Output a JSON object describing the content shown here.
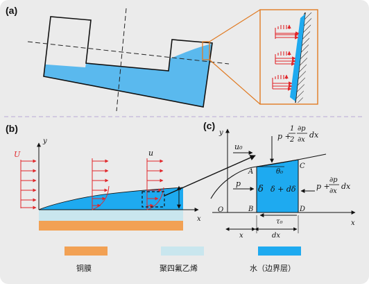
{
  "colors": {
    "background": "#ebebeb",
    "water": "#1eaaf0",
    "water_light": "#5ab9ee",
    "copper": "#f2a154",
    "ptfe": "#c9e6ee",
    "arrow_red": "#e0262a",
    "highlight_orange": "#e07a22",
    "divider": "#b8a8d6"
  },
  "panel_a": {
    "label": "(a)"
  },
  "panel_b": {
    "label": "(b)",
    "U": "U",
    "u": "u",
    "y": "y",
    "x": "x"
  },
  "panel_c": {
    "label": "(c)",
    "y": "y",
    "x": "x",
    "u0": "u₀",
    "theta": "θ₀",
    "delta": "δ",
    "delta_plus": "δ + dδ",
    "p": "p",
    "p_top_a": "p +",
    "p_top_frac_num": "1",
    "p_top_frac_den": "2",
    "p_top_dp": "∂p",
    "p_top_dx": "∂x",
    "p_top_tail": "dx",
    "p_right_a": "p +",
    "p_right_dp": "∂p",
    "p_right_dx": "∂x",
    "p_right_tail": "dx",
    "tau": "τ₀",
    "pts": {
      "A": "A",
      "B": "B",
      "C": "C",
      "D": "D",
      "O": "O"
    },
    "dim_x": "x",
    "dim_dx": "dx"
  },
  "legend": [
    {
      "name": "copper",
      "label": "铜膜",
      "icon": "copper-swatch"
    },
    {
      "name": "ptfe",
      "label": "聚四氟乙烯",
      "icon": "ptfe-swatch"
    },
    {
      "name": "water",
      "label": "水（边界层）",
      "icon": "water-swatch"
    }
  ]
}
